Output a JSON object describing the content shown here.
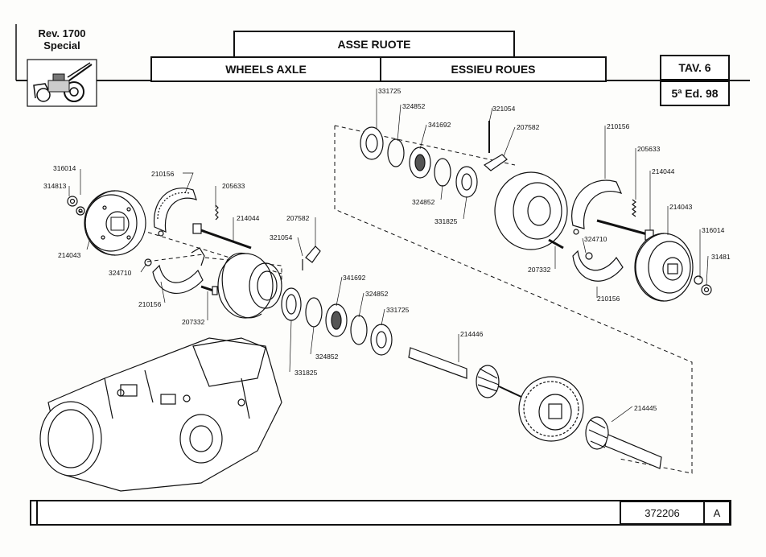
{
  "header": {
    "model_line1": "Rev. 1700",
    "model_line2": "Special",
    "title_it": "ASSE RUOTE",
    "title_en": "WHEELS AXLE",
    "title_fr": "ESSIEU ROUES",
    "table_label": "TAV. 6",
    "edition": "5ª Ed. 98"
  },
  "footer": {
    "doc_code": "372206",
    "revision": "A"
  },
  "parts": {
    "p316014_left": "316014",
    "p314813_left": "314813",
    "p214043_left": "214043",
    "p210156_top_left": "210156",
    "p205633_left": "205633",
    "p214044_left": "214044",
    "p207582_left": "207582",
    "p321054_left": "321054",
    "p324710_left": "324710",
    "p210156_bottom_left": "210156",
    "p207332_left": "207332",
    "p341692_left": "341692",
    "p324852_left_top": "324852",
    "p331725_left": "331725",
    "p324852_left_bottom": "324852",
    "p331825_left": "331825",
    "p214446": "214446",
    "p214445": "214445",
    "p331725_right": "331725",
    "p324852_right_top": "324852",
    "p341692_right": "341692",
    "p324852_right_bottom": "324852",
    "p331825_right": "331825",
    "p321054_right": "321054",
    "p207582_right": "207582",
    "p210156_top_right": "210156",
    "p205633_right": "205633",
    "p214044_right": "214044",
    "p214043_right": "214043",
    "p316014_right": "316014",
    "p31481_right": "31481",
    "p324710_right": "324710",
    "p207332_right": "207332",
    "p210156_bottom_right": "210156"
  }
}
